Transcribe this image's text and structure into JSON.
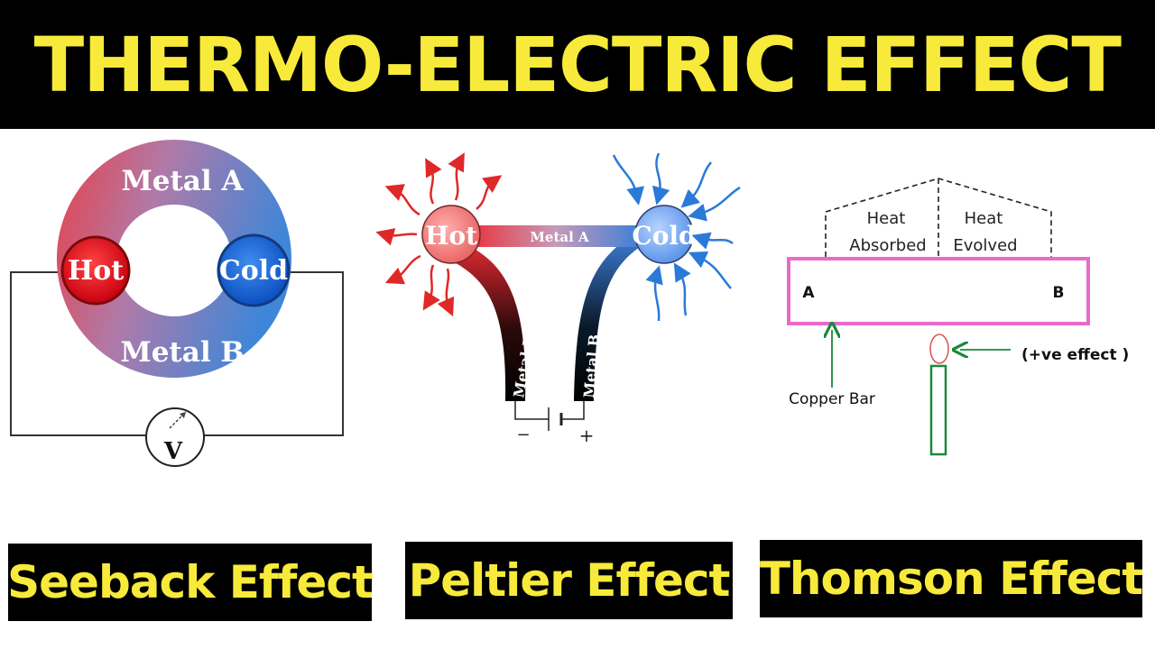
{
  "title": "THERMO-ELECTRIC EFFECT",
  "seebeck": {
    "metal_a": "Metal A",
    "metal_b": "Metal B",
    "hot": "Hot",
    "cold": "Cold",
    "voltmeter": "V",
    "caption": "Seeback Effect"
  },
  "peltier": {
    "hot": "Hot",
    "cold": "Cold",
    "metal_a": "Metal A",
    "metal_b_left": "Metal B",
    "metal_b_right": "Metal B",
    "minus": "−",
    "plus": "+",
    "caption": "Peltier Effect"
  },
  "thomson": {
    "heat_absorbed_line1": "Heat",
    "heat_absorbed_line2": "Absorbed",
    "heat_evolved_line1": "Heat",
    "heat_evolved_line2": "Evolved",
    "end_a": "A",
    "end_b": "B",
    "copper_bar": "Copper Bar",
    "effect_note": "(+ve effect )",
    "caption": "Thomson Effect"
  },
  "colors": {
    "title_bg": "#000000",
    "title_text": "#f7ea3b",
    "hot_red": "#e0202a",
    "cold_blue": "#2a6fd6",
    "bar_pink": "#e86ac9",
    "arrow_green": "#1a8a3a",
    "flame_red": "#e05050"
  }
}
